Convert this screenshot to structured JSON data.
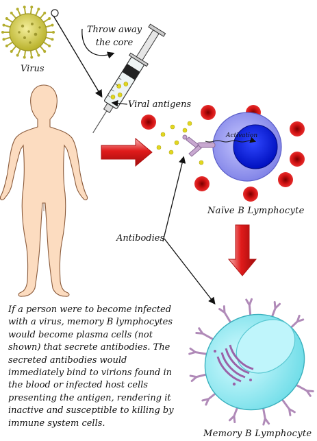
{
  "labels": {
    "virus": "Virus",
    "throw_away_the_core": "Throw away the core",
    "viral_antigens": "Viral antigens",
    "activation": "Activation",
    "naive_b_lymphocyte": "Naïve B Lymphocyte",
    "antibodies": "Antibodies",
    "memory_b_lymphocyte": "Memory B Lymphocyte"
  },
  "caption": "If a person were to become infected with a virus, memory B lymphocytes would become plasma cells (not shown) that secrete antibodies. The secreted antibodies would immediately bind to virions found in the blood or infected host cells presenting the antigen, rendering it inactive and susceptible to killing by immune system cells.",
  "colors": {
    "virus": "#d8d24a",
    "skin": "#fcdcc0",
    "skin_outline": "#8a5a3a",
    "red_blood_cell": "#cc1010",
    "antigen": "#e2d71f",
    "naive_cell": "#8c8ef0",
    "naive_nucleus": "#0a18d8",
    "memory_cell": "#8ae8f0",
    "memory_nucleus": "#b8f4fa",
    "antibody": "#b890b8",
    "arrow_red": "#e21d1d"
  }
}
